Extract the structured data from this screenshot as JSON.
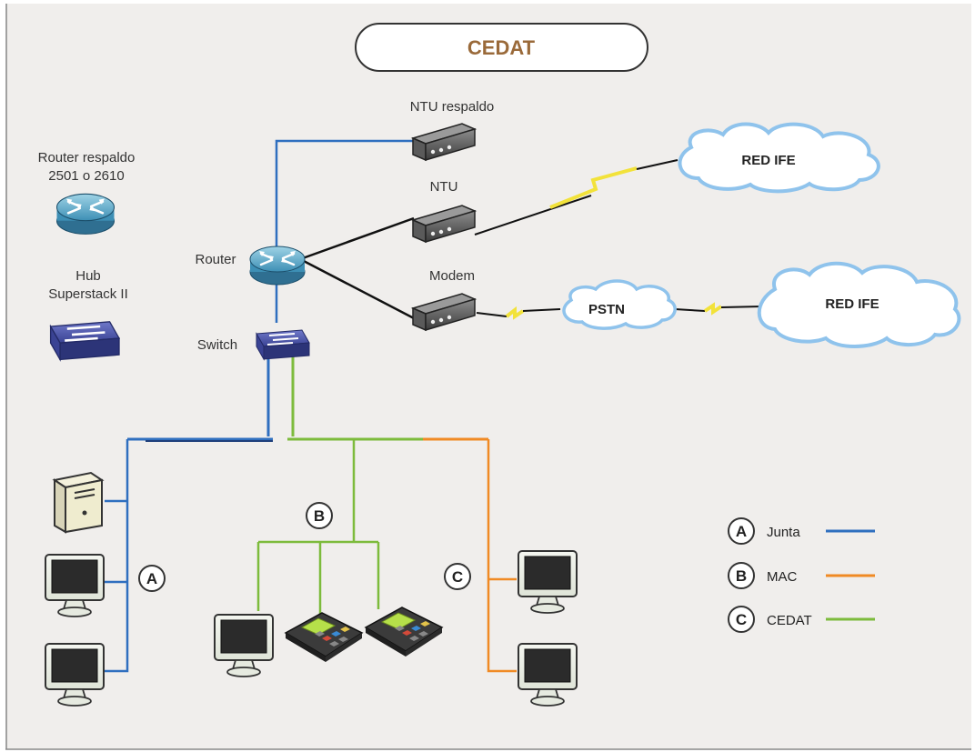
{
  "title": "CEDAT",
  "devices": {
    "router_backup": {
      "line1": "Router respaldo",
      "line2": "2501 o 2610",
      "icon": "router-icon"
    },
    "hub": {
      "line1": "Hub",
      "line2": "Superstack II",
      "icon": "hub-icon"
    },
    "router": {
      "label": "Router",
      "icon": "router-icon"
    },
    "switch": {
      "label": "Switch",
      "icon": "switch-icon"
    },
    "ntu_backup": {
      "label": "NTU respaldo",
      "icon": "ntu-icon"
    },
    "ntu": {
      "label": "NTU",
      "icon": "ntu-icon"
    },
    "modem": {
      "label": "Modem",
      "icon": "modem-icon"
    }
  },
  "clouds": {
    "red_ife_top": "RED IFE",
    "pstn": "PSTN",
    "red_ife_bottom": "RED IFE"
  },
  "groups": {
    "a": "A",
    "b": "B",
    "c": "C"
  },
  "legend": [
    {
      "letter": "A",
      "label": "Junta",
      "color": "#2f6fbf"
    },
    {
      "letter": "B",
      "label": "MAC",
      "color": "#f08a24"
    },
    {
      "letter": "C",
      "label": "CEDAT",
      "color": "#7dbb3c"
    }
  ],
  "colors": {
    "background": "#f0eeec",
    "blue_line": "#2f6fbf",
    "green_line": "#7dbb3c",
    "orange_line": "#f08a24",
    "title_text": "#9a6a3a"
  }
}
